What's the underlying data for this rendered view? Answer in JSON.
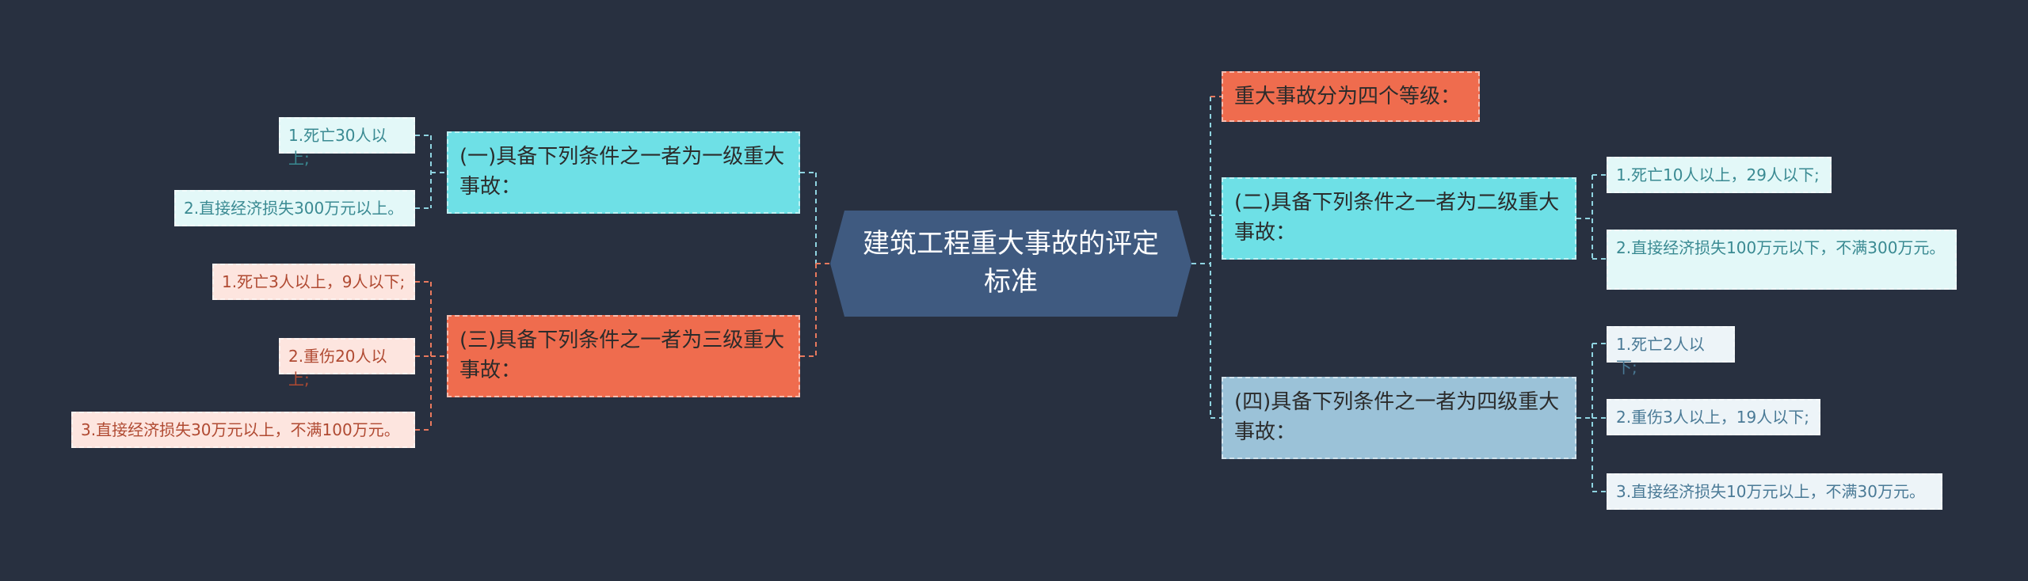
{
  "colors": {
    "background": "#283040",
    "central": "#3f5a80",
    "cyan": "#6ee0e6",
    "orange": "#ef6c4e",
    "blue": "#9bc2d8"
  },
  "central": {
    "title": "建筑工程重大事故的评定标准"
  },
  "left": {
    "grade1": {
      "label": "(一)具备下列条件之一者为一级重大事故：",
      "items": [
        "1.死亡30人以上;",
        "2.直接经济损失300万元以上。"
      ]
    },
    "grade3": {
      "label": "(三)具备下列条件之一者为三级重大事故：",
      "items": [
        "1.死亡3人以上，9人以下;",
        "2.重伤20人以上;",
        "3.直接经济损失30万元以上，不满100万元。"
      ]
    }
  },
  "right": {
    "intro": {
      "label": "重大事故分为四个等级："
    },
    "grade2": {
      "label": "(二)具备下列条件之一者为二级重大事故：",
      "items": [
        "1.死亡10人以上，29人以下;",
        "2.直接经济损失100万元以下，不满300万元。"
      ]
    },
    "grade4": {
      "label": "(四)具备下列条件之一者为四级重大事故：",
      "items": [
        "1.死亡2人以下;",
        "2.重伤3人以上，19人以下;",
        "3.直接经济损失10万元以上，不满30万元。"
      ]
    }
  }
}
